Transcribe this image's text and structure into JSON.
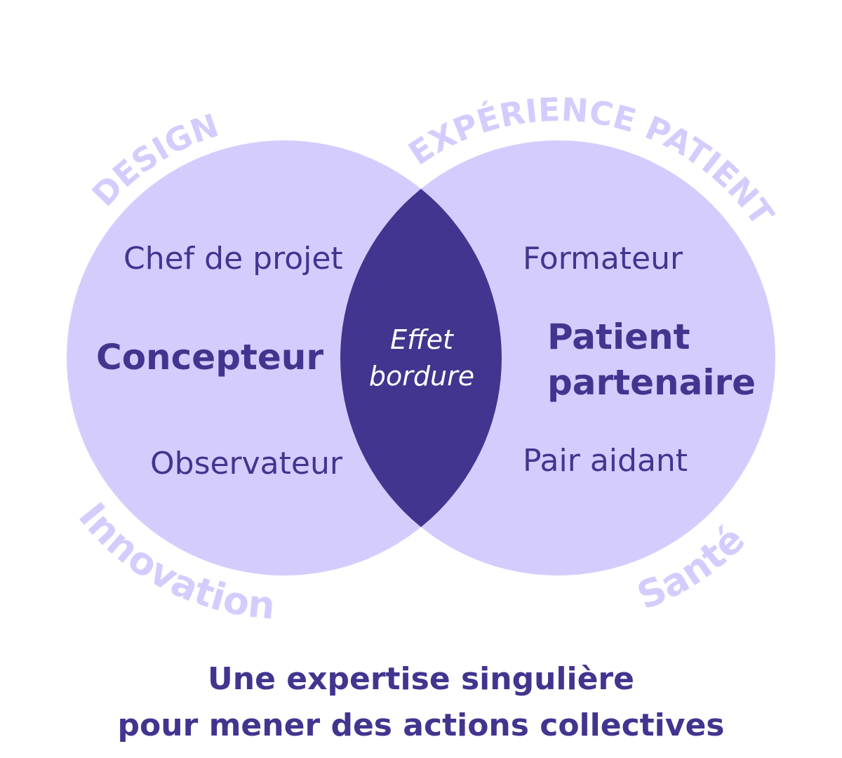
{
  "colors": {
    "circle": "#d5ccfe",
    "intersection": "#41358f",
    "text": "#41358f",
    "arc_label": "#d5ccfe"
  },
  "left": {
    "arc_top": "DESIGN",
    "arc_bottom": "Innovation",
    "items": [
      "Chef de projet",
      "Concepteur",
      "Observateur"
    ]
  },
  "right": {
    "arc_top": "EXPÉRIENCE PATIENT",
    "arc_bottom": "Santé",
    "items": [
      "Formateur",
      "Patient",
      "partenaire",
      "Pair aidant"
    ]
  },
  "center": {
    "line1": "Effet",
    "line2": "bordure"
  },
  "caption": {
    "line1": "Une expertise singulière",
    "line2": "pour mener des actions collectives"
  }
}
